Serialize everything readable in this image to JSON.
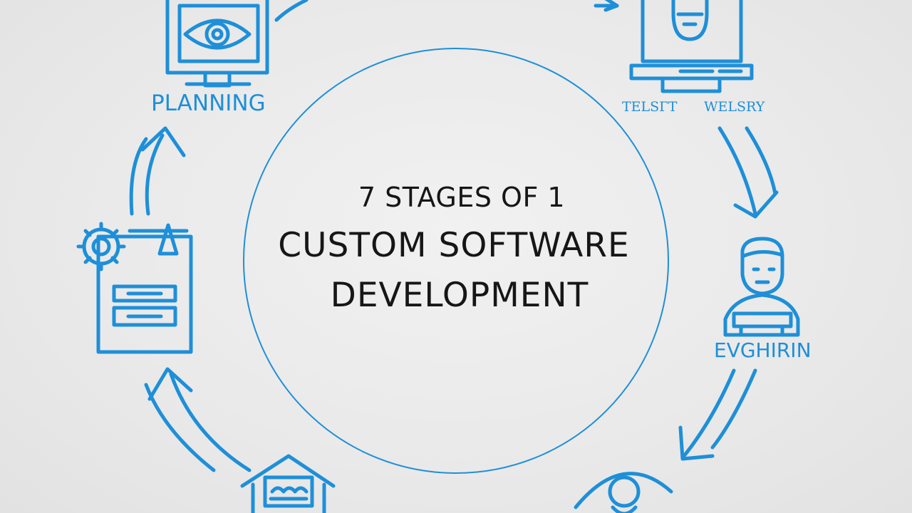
{
  "title": {
    "line1": "7 STAGES OF 1",
    "line2": "CUSTOM SOFTWARE",
    "line3": "DEVELOPMENT"
  },
  "stages": {
    "planning": "PLANNING",
    "top_right_left": "TELSГT",
    "top_right_right": "WELSRY",
    "right": "EVGHIRIN"
  },
  "colors": {
    "accent": "#1e8fd8",
    "text": "#161616",
    "background": "#ebebeb"
  },
  "icons": {
    "top_left": "monitor-eye-icon",
    "top_right": "laptop-robot-icon",
    "right": "person-at-desk-icon",
    "bottom_right": "eye-icon",
    "bottom_left": "house-icon",
    "left": "gear-document-icon"
  }
}
